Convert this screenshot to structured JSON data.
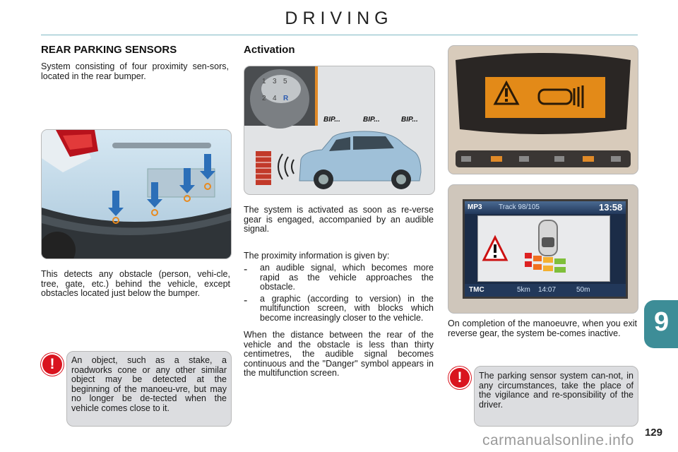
{
  "header": {
    "title": "DRIVING"
  },
  "col1": {
    "heading": "REAR PARKING SENSORS",
    "intro": "System consisting of four proximity sen-sors, located in the rear bumper.",
    "detects": "This detects any obstacle (person, vehi-cle, tree, gate, etc.) behind the vehicle, except obstacles located just below the bumper.",
    "warning": "An object, such as a stake, a roadworks cone or any other similar object may be detected at the beginning of the manoeu-vre, but may no longer be de-tected when the vehicle comes close to it."
  },
  "col2": {
    "heading": "Activation",
    "beep_labels": [
      "BIP...",
      "BIP...",
      "BIP..."
    ],
    "gear_numbers": [
      "1",
      "3",
      "5",
      "2",
      "4",
      "R"
    ],
    "activated": "The system is activated as soon as re-verse gear is engaged, accompanied by an audible signal.",
    "proximity_intro": "The proximity information is given by:",
    "list": [
      "an audible signal, which becomes more rapid as the vehicle approaches the obstacle.",
      "a graphic (according to version) in the multifunction screen, with blocks which become increasingly closer to the vehicle."
    ],
    "distance": "When the distance between the rear of the vehicle and the obstacle is less than thirty centimetres, the audible signal becomes continuous and the \"Danger\" symbol appears in the multifunction screen."
  },
  "col3": {
    "screen": {
      "source": "MP3",
      "track": "Track 98/105",
      "clock": "13:58",
      "tmc": "TMC",
      "dist1": "5km",
      "time2": "14:07",
      "dist2": "50m"
    },
    "completion": "On completion of the manoeuvre, when you exit reverse gear, the system be-comes inactive.",
    "warning": "The parking sensor system can-not, in any circumstances, take the place of the vigilance and re-sponsibility of the driver."
  },
  "tab": {
    "chapter": "9"
  },
  "footer": {
    "page": "129",
    "watermark": "carmanualsonline.info"
  },
  "colors": {
    "accent": "#3d8d97",
    "danger": "#d9141f",
    "display_orange": "#f0a020"
  }
}
